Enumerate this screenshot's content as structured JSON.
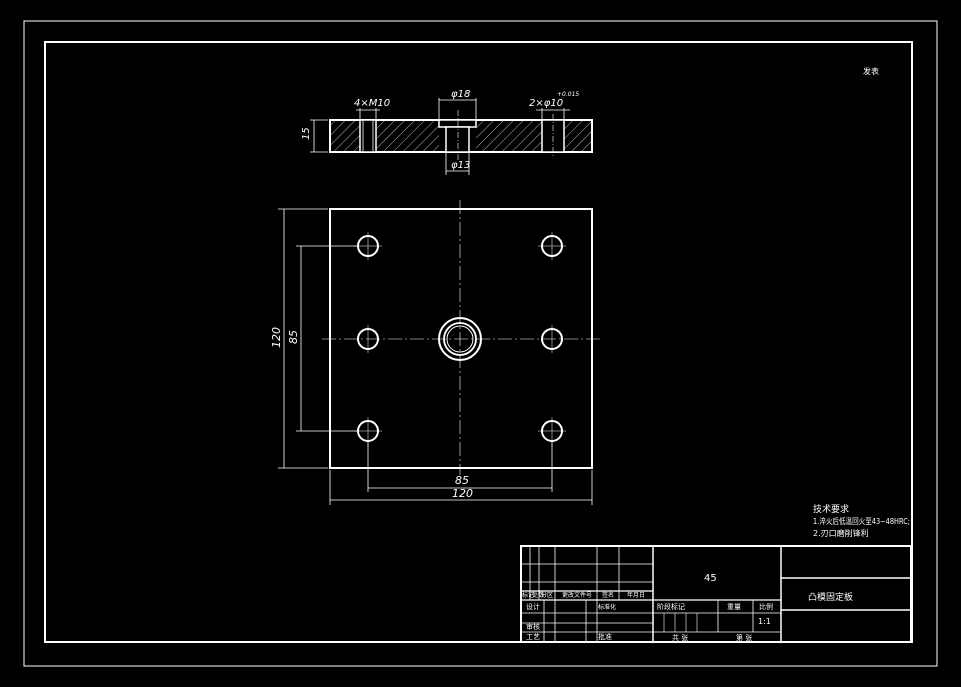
{
  "drawing": {
    "corner_mark": "发表",
    "material": "45",
    "part_name": "凸模固定板",
    "scale": "1:1"
  },
  "section_view": {
    "thickness_dim": "15",
    "thread_callout": "4×M10",
    "top_bore_dim": "φ18",
    "bottom_bore_dim": "φ13",
    "pin_hole_callout": "2×φ10",
    "pin_hole_tol": "+0.015"
  },
  "plan_view": {
    "width_dim": "120",
    "hole_spacing_x": "85",
    "height_dim": "120",
    "hole_spacing_y": "85"
  },
  "technical_requirements": {
    "title": "技术要求",
    "line1": "1.淬火后低温回火至43~48HRC;",
    "line2": "2.刃口磨削锋利"
  },
  "title_block": {
    "row_labels": [
      "标记",
      "处数",
      "分区",
      "更改文件号",
      "签名",
      "年月日"
    ],
    "designer_label": "设计",
    "standardize_label": "标准化",
    "reviewer_label": "审核",
    "process_label": "工艺",
    "approve_label": "批准",
    "stage_label": "阶段标记",
    "weight_label": "重量",
    "scale_label": "比例",
    "sheets_label": "共 张",
    "sheet_label": "第 张"
  }
}
